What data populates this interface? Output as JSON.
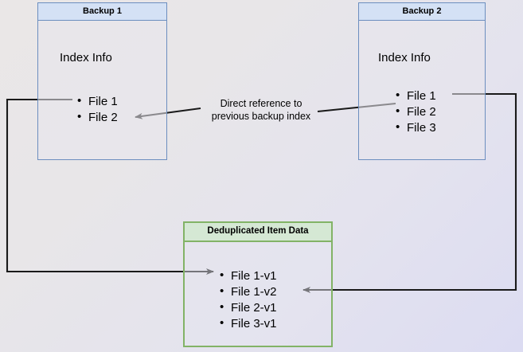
{
  "diagram": {
    "title_hidden": "",
    "boxes": [
      {
        "id": "backup1",
        "header": "Backup 1",
        "section_title": "Index Info",
        "items": [
          "File 1",
          "File 2"
        ],
        "border_color": "#6c8ebf",
        "header_color": "#d4e1f5"
      },
      {
        "id": "backup2",
        "header": "Backup 2",
        "section_title": "Index Info",
        "items": [
          "File 1",
          "File 2",
          "File 3"
        ],
        "border_color": "#6c8ebf",
        "header_color": "#d4e1f5"
      },
      {
        "id": "dedup",
        "header": "Deduplicated Item Data",
        "items": [
          "File 1-v1",
          "File 1-v2",
          "File 2-v1",
          "File 3-v1"
        ],
        "border_color": "#82b366",
        "header_color": "#d5e8d4"
      }
    ],
    "annotations": {
      "direct_reference_line1": "Direct reference to",
      "direct_reference_line2": "previous backup index"
    },
    "edge_color": "#1a1a1a",
    "background_from": "#eae7e7",
    "background_to": "#dcdcf2"
  }
}
